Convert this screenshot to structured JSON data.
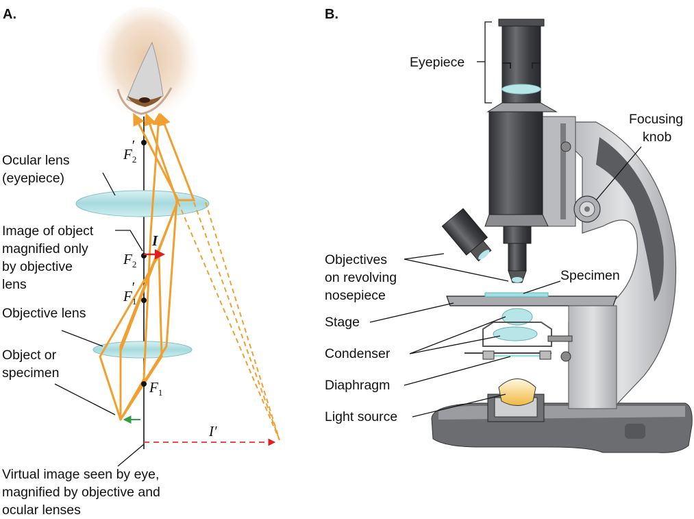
{
  "panel_a": {
    "label": "A.",
    "labels": {
      "ocular_lens_1": "Ocular lens",
      "ocular_lens_2": "(eyepiece)",
      "image_obj_1": "Image of object",
      "image_obj_2": "magnified only",
      "image_obj_3": "by objective",
      "image_obj_4": "lens",
      "objective_lens": "Objective lens",
      "object_1": "Object or",
      "object_2": "specimen",
      "virtual_1": "Virtual image seen by eye,",
      "virtual_2": "magnified by objective and",
      "virtual_3": "ocular lenses"
    },
    "symbols": {
      "f2_prime": "F",
      "f2_prime_sub": "2",
      "f2": "F",
      "f2_sub": "2",
      "f1_prime": "F",
      "f1_prime_sub": "1",
      "f1": "F",
      "f1_sub": "1",
      "prime": "′",
      "image": "I",
      "image_prime": "I′"
    },
    "colors": {
      "ray": "#f0a030",
      "lens": "#b4e2e4",
      "image_arrow": "#e02020",
      "object_arrow": "#2ea043",
      "virtual_arrow": "#e03030"
    }
  },
  "panel_b": {
    "label": "B.",
    "labels": {
      "eyepiece": "Eyepiece",
      "focusing_1": "Focusing",
      "focusing_2": "knob",
      "objectives_1": "Objectives",
      "objectives_2": "on revolving",
      "objectives_3": "nosepiece",
      "specimen": "Specimen",
      "stage": "Stage",
      "condenser": "Condenser",
      "diaphragm": "Diaphragm",
      "light_source": "Light source"
    },
    "colors": {
      "body": "#c9cbcd",
      "tube": "#4a4c50",
      "arm_dark": "#5a5c60",
      "glass": "#b8e6e8",
      "lamp": "#f6d27a"
    }
  }
}
